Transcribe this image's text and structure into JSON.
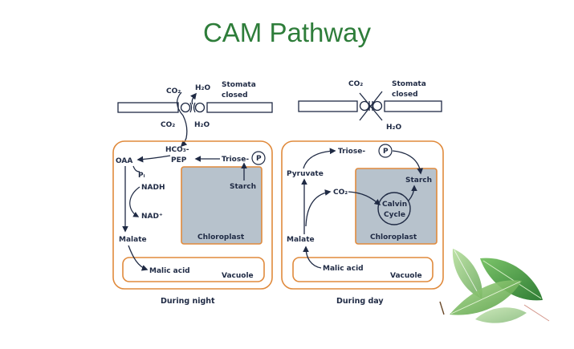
{
  "title": "CAM Pathway",
  "night": {
    "co2_top": "CO₂",
    "h2o_top": "H₂O",
    "stomata_line1": "Stomata",
    "stomata_line2": "closed",
    "co2_bottom": "CO₂",
    "h2o_bottom": "H₂O",
    "hco3": "HCO₃-",
    "pep": "PEP",
    "oaa": "OAA",
    "pi": "Pᵢ",
    "nadh": "NADH",
    "nad": "NAD⁺",
    "malate": "Malate",
    "triose": "Triose-",
    "phosphate": "P",
    "starch": "Starch",
    "chloroplast": "Chloroplast",
    "malic_acid": "Malic acid",
    "vacuole": "Vacuole",
    "caption": "During night"
  },
  "day": {
    "co2_top": "CO₂",
    "stomata_line1": "Stomata",
    "stomata_line2": "closed",
    "h2o_bottom": "H₂O",
    "triose": "Triose-",
    "phosphate": "P",
    "pyruvate": "Pyruvate",
    "co2_inner": "CO₂",
    "starch": "Starch",
    "calvin_line1": "Calvin",
    "calvin_line2": "Cycle",
    "chloroplast": "Chloroplast",
    "malate": "Malate",
    "malic_acid": "Malic acid",
    "vacuole": "Vacuole",
    "caption": "During day"
  },
  "colors": {
    "title": "#2e7d3a",
    "cell_border": "#e08a3c",
    "chloroplast_fill": "#b7c2cc",
    "arrow": "#1f2a44"
  }
}
